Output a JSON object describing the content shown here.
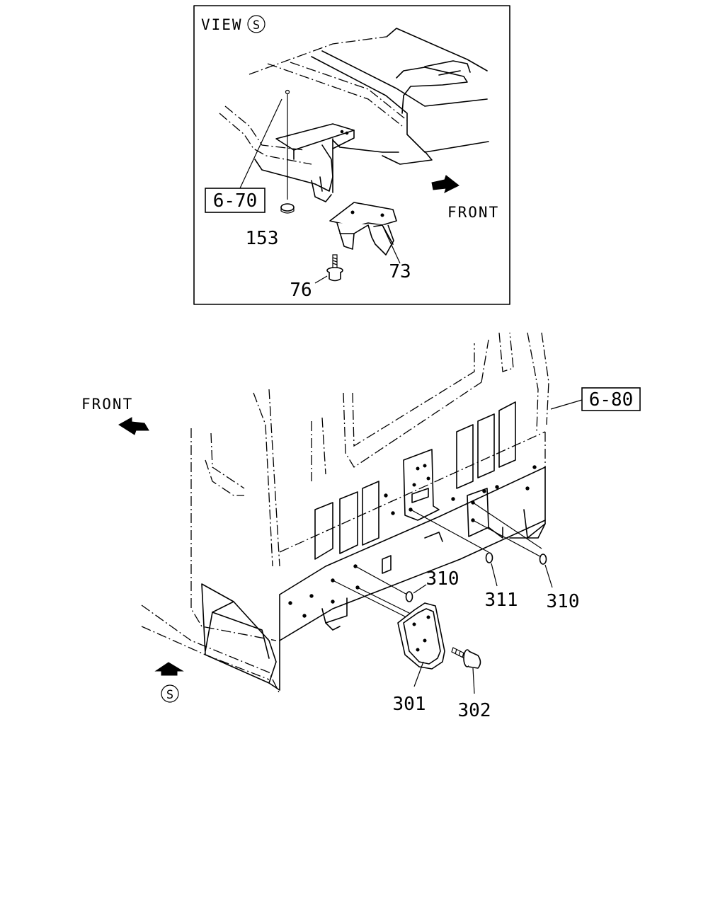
{
  "view_label": "VIEW",
  "view_marker": "S",
  "front_labels": {
    "inset": "FRONT",
    "main": "FRONT"
  },
  "section_marker": "S",
  "refs": {
    "inset": "6-70",
    "main": "6-80"
  },
  "parts": {
    "p153": "153",
    "p73": "73",
    "p76": "76",
    "p310a": "310",
    "p311": "311",
    "p310b": "310",
    "p301": "301",
    "p302": "302"
  }
}
